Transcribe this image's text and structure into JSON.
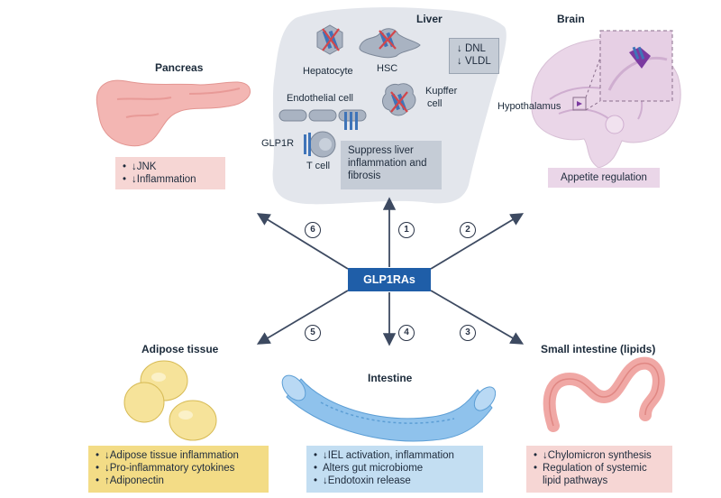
{
  "center": "GLP1RAs",
  "liver": {
    "title": "Liver",
    "cells": {
      "hepatocyte": "Hepatocyte",
      "hsc": "HSC",
      "kupffer_line1": "Kupffer",
      "kupffer_line2": "cell",
      "endothelial": "Endothelial cell",
      "glp1r": "GLP1R",
      "tcell": "T cell"
    },
    "dnl_box": [
      "↓ DNL",
      "↓ VLDL"
    ],
    "effect": [
      "Suppress liver",
      "inflammation and",
      "fibrosis"
    ]
  },
  "brain": {
    "title": "Brain",
    "hypothalamus": "Hypothalamus",
    "effect": "Appetite regulation"
  },
  "pancreas": {
    "title": "Pancreas",
    "effects": [
      "↓JNK",
      "↓Inflammation"
    ]
  },
  "adipose": {
    "title": "Adipose tissue",
    "effects": [
      "↓Adipose tissue inflammation",
      "↓Pro-inflammatory cytokines",
      "↑Adiponectin"
    ]
  },
  "intestine": {
    "title": "Intestine",
    "effects": [
      "↓IEL activation, inflammation",
      "Alters gut microbiome",
      "↓Endotoxin release"
    ]
  },
  "small_intestine": {
    "title": "Small intestine (lipids)",
    "effects": [
      "↓Chylomicron synthesis",
      "Regulation of systemic",
      "lipid pathways"
    ]
  },
  "pathway_numbers": [
    "1",
    "2",
    "3",
    "4",
    "5",
    "6"
  ],
  "colors": {
    "center": "#1f5ea8",
    "liver_bg": "#e3e6ec",
    "liver_box": "#c5ccd6",
    "pancreas_box": "#f6d6d4",
    "brain_box": "#ead6e8",
    "adipose_box": "#f3dc86",
    "intestine_box": "#c3def2",
    "small_intestine_box": "#f6d6d4",
    "arrow": "#3d4a61"
  }
}
